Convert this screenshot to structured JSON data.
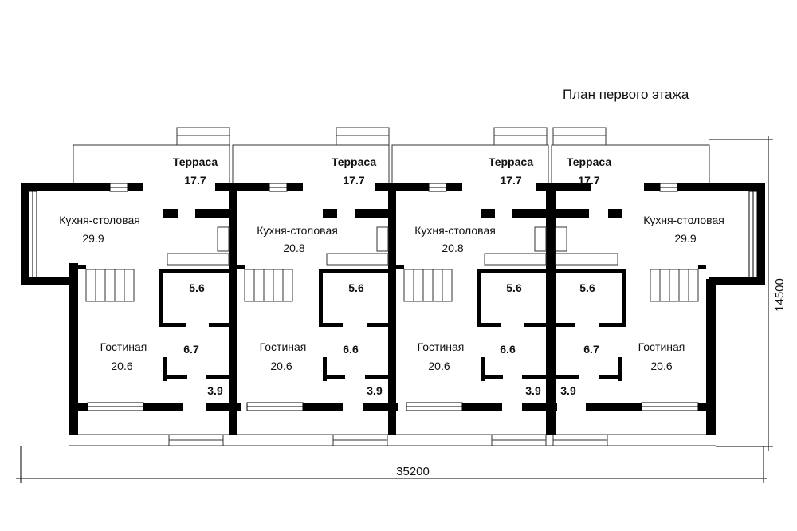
{
  "title": "План первого этажа",
  "dimensions": {
    "width": "35200",
    "depth": "14500"
  },
  "units": [
    {
      "terrace": {
        "label": "Терраса",
        "area": "17.7"
      },
      "kitchen": {
        "label": "Кухня-столовая",
        "area": "29.9"
      },
      "living": {
        "label": "Гостиная",
        "area": "20.6"
      },
      "hall_area": "5.6",
      "stair_area": "6.7",
      "vestibule_area": "3.9"
    },
    {
      "terrace": {
        "label": "Терраса",
        "area": "17.7"
      },
      "kitchen": {
        "label": "Кухня-столовая",
        "area": "20.8"
      },
      "living": {
        "label": "Гостиная",
        "area": "20.6"
      },
      "hall_area": "5.6",
      "stair_area": "6.6",
      "vestibule_area": "3.9"
    },
    {
      "terrace": {
        "label": "Терраса",
        "area": "17.7"
      },
      "kitchen": {
        "label": "Кухня-столовая",
        "area": "20.8"
      },
      "living": {
        "label": "Гостиная",
        "area": "20.6"
      },
      "hall_area": "5.6",
      "stair_area": "6.6",
      "vestibule_area": "3.9"
    },
    {
      "terrace": {
        "label": "Терраса",
        "area": "17.7"
      },
      "kitchen": {
        "label": "Кухня-столовая",
        "area": "29.9"
      },
      "living": {
        "label": "Гостиная",
        "area": "20.6"
      },
      "hall_area": "5.6",
      "stair_area": "6.7",
      "vestibule_area": "3.9"
    }
  ]
}
